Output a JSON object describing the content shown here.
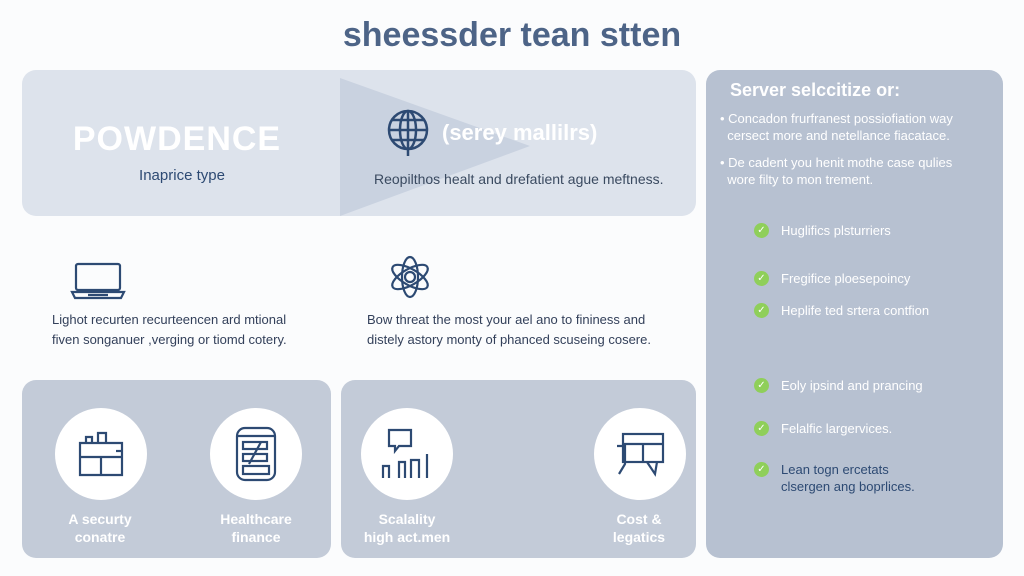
{
  "title": "sheessder tean stten",
  "hero": {
    "heading": "POWDENCE",
    "subtitle": "Inaprice type",
    "tagline": "(serey mallilrs)",
    "description": "Reopilthos healt and drefatient ague meftness."
  },
  "features": [
    {
      "icon": "laptop-icon",
      "text": [
        "Lighot recurten recurteencen ard mtional",
        "fiven songanuer ,verging or tiomd cotery."
      ]
    },
    {
      "icon": "atom-icon",
      "text": [
        "Bow threat the most your ael ano to fininess and",
        "distely astory monty of phanced scuseing cosere."
      ]
    }
  ],
  "sidebar": {
    "title": "Server selccitize or:",
    "bullets": [
      [
        "Concadon frurfranest possiofiation way",
        "cersect more and netellance fiacatace."
      ],
      [
        "De cadent you henit mothe case qulies",
        "wore filty to mon trement."
      ]
    ],
    "checks": [
      [
        "Huglifics plsturriers"
      ],
      [
        "Fregifice ploesepoincy"
      ],
      [
        "Heplife ted srtera contfion"
      ],
      [
        "Eoly ipsind and prancing"
      ],
      [
        "Felalfic largervices."
      ],
      [
        "Lean togn ercetats",
        "clsergen ang boprlices."
      ]
    ]
  },
  "cards": [
    {
      "label": [
        "A securty",
        "conatre"
      ],
      "icon": "building-icon"
    },
    {
      "label": [
        "Healthcare",
        "finance"
      ],
      "icon": "database-icon"
    },
    {
      "label": [
        "Scalality",
        "high act.men"
      ],
      "icon": "chart-chat-icon"
    },
    {
      "label": [
        "Cost &",
        "legatics"
      ],
      "icon": "chat-bubbles-icon"
    }
  ],
  "colors": {
    "navy": "#2d4a73",
    "check": "#8fcf5a"
  }
}
